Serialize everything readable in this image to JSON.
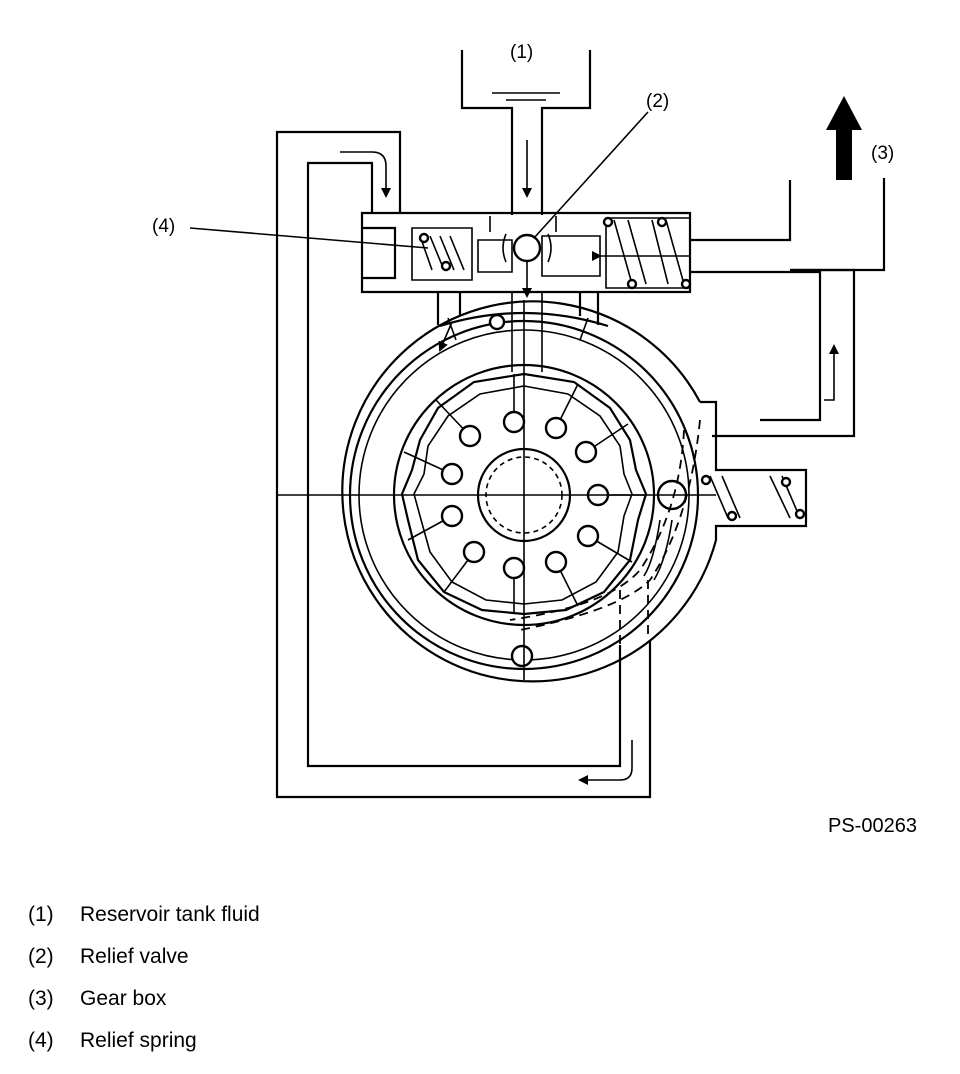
{
  "callouts": [
    {
      "label": "(1)"
    },
    {
      "label": "(2)"
    },
    {
      "label": "(3)"
    },
    {
      "label": "(4)"
    }
  ],
  "reference_code": "PS-00263",
  "legend": [
    {
      "num": "(1)",
      "text": "Reservoir tank fluid"
    },
    {
      "num": "(2)",
      "text": "Relief valve"
    },
    {
      "num": "(3)",
      "text": "Gear box"
    },
    {
      "num": "(4)",
      "text": "Relief spring"
    }
  ]
}
